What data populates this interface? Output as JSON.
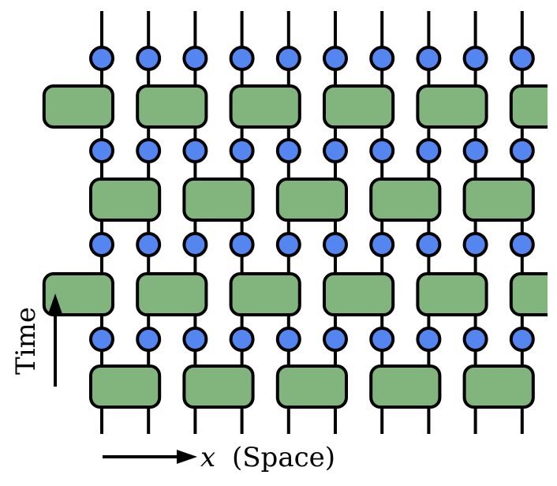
{
  "diagram": {
    "colors": {
      "gate_fill": "#82b57d",
      "node_fill": "#5585ee",
      "stroke": "#000000",
      "background": "#ffffff"
    },
    "sites": 10,
    "gate_layers": 4,
    "node_layers": 4,
    "brickwork": true,
    "boundary": "periodic"
  },
  "axes": {
    "time_label": "Time",
    "space_var": "x",
    "space_suffix": "(Space)"
  }
}
